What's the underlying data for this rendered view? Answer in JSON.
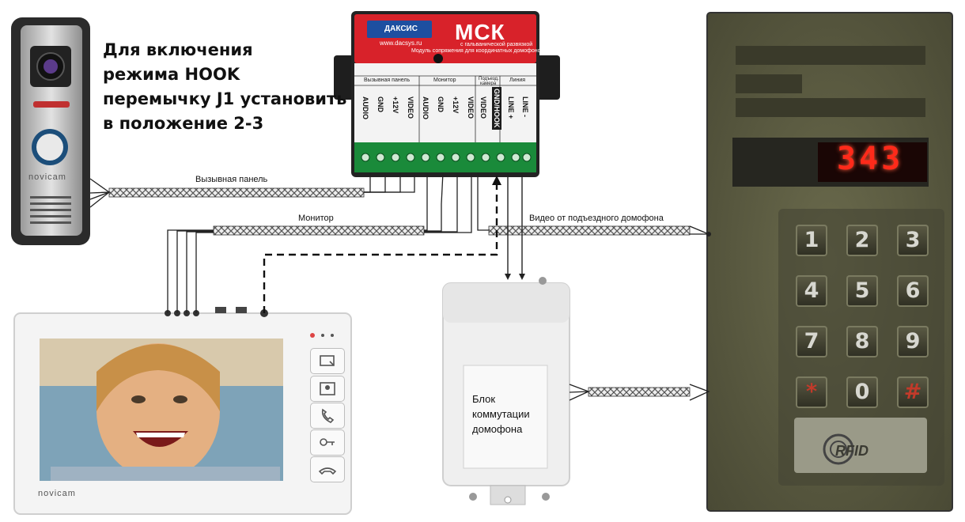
{
  "instruction": {
    "line1": "Для включения",
    "line2": "режима HOOK",
    "line3": "перемычку J1 установить",
    "line4": "в положение 2-3"
  },
  "module": {
    "title": "МСК",
    "brand": "ДАКСИС",
    "site": "www.dacsys.ru",
    "isolation": "с гальванической развязкой",
    "description": "Модуль сопряжения для координатных домофонов",
    "groups": {
      "call_panel": "Вызывная панель",
      "monitor": "Монитор",
      "entrance_camera_l1": "Подъезд.",
      "entrance_camera_l2": "камера",
      "line": "Линия"
    },
    "pins": [
      "AUDIO",
      "GND",
      "+12V",
      "VIDEO",
      "AUDIO",
      "GND",
      "+12V",
      "VIDEO",
      "VIDEO",
      "GND/HOOK",
      "LINE +",
      "LINE -"
    ]
  },
  "cables": {
    "call_panel": "Вызывная панель",
    "monitor": "Монитор",
    "video": "Видео от подъездного домофона"
  },
  "switch_block": {
    "line1": "Блок",
    "line2": "коммутации",
    "line3": "домофона"
  },
  "intercom_panel": {
    "display": "343",
    "keys": [
      "1",
      "2",
      "3",
      "4",
      "5",
      "6",
      "7",
      "8",
      "9",
      "*",
      "0",
      "#"
    ],
    "rfid_label": "RFID"
  },
  "brand_call_panel": "novicam",
  "brand_monitor": "novicam"
}
